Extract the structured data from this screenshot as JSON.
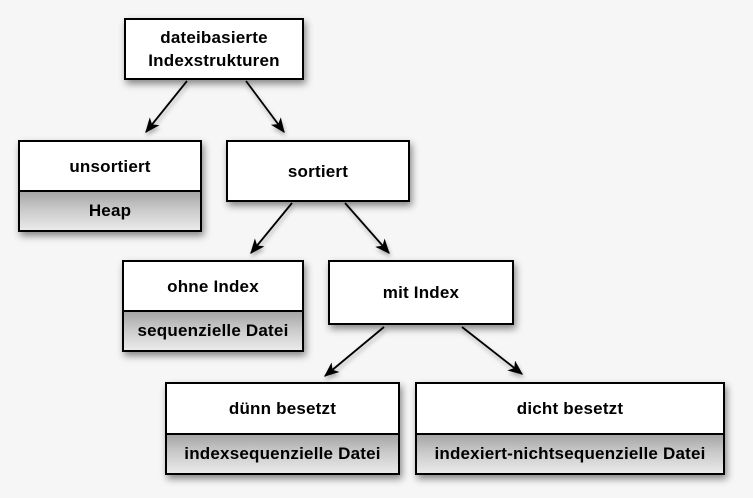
{
  "diagram": {
    "type": "tree",
    "language": "de",
    "colors": {
      "background": "#f6f6f6",
      "box_fill": "#ffffff",
      "box_border": "#000000",
      "sub_gradient_top": "#a6a6a6",
      "sub_gradient_bottom": "#eaeaea",
      "arrow": "#000000",
      "text": "#000000"
    },
    "nodes": {
      "root": {
        "line1": "dateibasierte",
        "line2": "Indexstrukturen"
      },
      "unsortiert": {
        "label": "unsortiert",
        "sublabel": "Heap"
      },
      "sortiert": {
        "label": "sortiert"
      },
      "ohne_index": {
        "label": "ohne Index",
        "sublabel": "sequenzielle Datei"
      },
      "mit_index": {
        "label": "mit Index"
      },
      "duenn_besetzt": {
        "label": "dünn besetzt",
        "sublabel": "indexsequenzielle Datei"
      },
      "dicht_besetzt": {
        "label": "dicht besetzt",
        "sublabel": "indexiert-nichtsequenzielle Datei"
      }
    },
    "edges": [
      {
        "from": "root",
        "to": "unsortiert"
      },
      {
        "from": "root",
        "to": "sortiert"
      },
      {
        "from": "sortiert",
        "to": "ohne_index"
      },
      {
        "from": "sortiert",
        "to": "mit_index"
      },
      {
        "from": "mit_index",
        "to": "duenn_besetzt"
      },
      {
        "from": "mit_index",
        "to": "dicht_besetzt"
      }
    ]
  }
}
